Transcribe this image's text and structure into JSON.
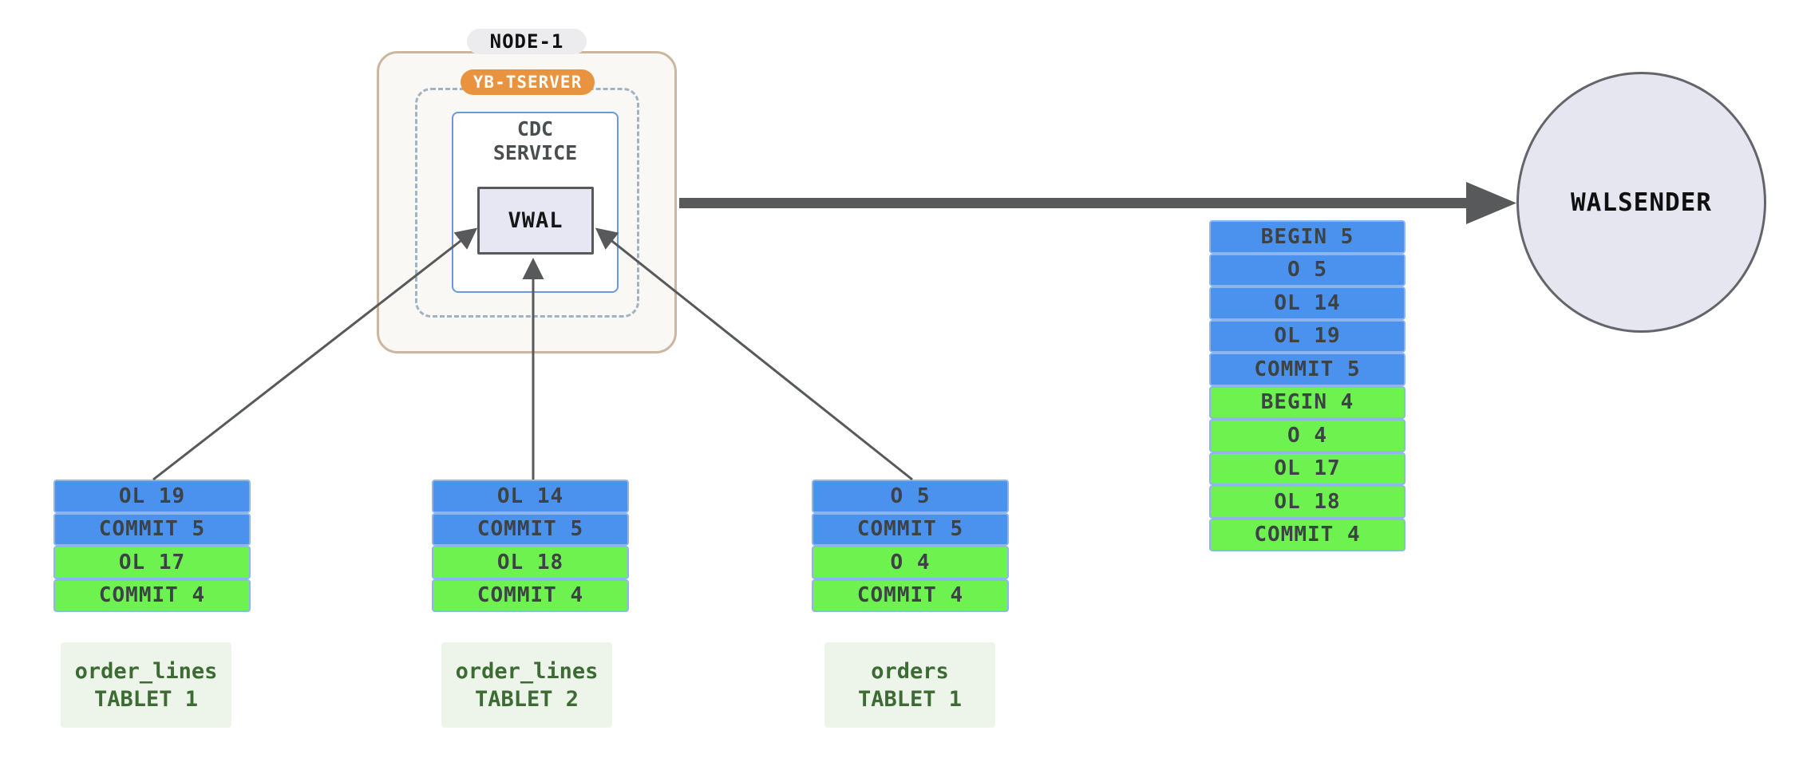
{
  "colors": {
    "canvas_bg": "#ffffff",
    "node_fill": "#faf8f5",
    "node_border": "#cdb6a0",
    "node_pill_bg": "#ececee",
    "node_pill_text": "#111111",
    "tserver_bg": "#ea933f",
    "tserver_text": "#ffffff",
    "dashed_border": "#9fb3c4",
    "cdc_border": "#6b99dd",
    "cdc_text": "#4b4e50",
    "vwal_fill": "#e7e7f3",
    "vwal_border": "#58595b",
    "vwal_text": "#161618",
    "walsender_fill": "#e6e6f1",
    "walsender_border": "#64656a",
    "walsender_text": "#0f0f10",
    "arrow": "#58595b",
    "cell_blue": "#4b91ee",
    "cell_green": "#6df24f",
    "cell_border": "#8db6ef",
    "cell_text": "#3d4245",
    "tablet_label_bg": "#edf4e9",
    "tablet_label_text": "#3c6b33"
  },
  "node": {
    "label": "NODE-1",
    "tserver": "YB-TSERVER",
    "cdc_service": {
      "line1": "CDC",
      "line2": "SERVICE"
    },
    "vwal": "VWAL"
  },
  "walsender": {
    "label": "WALSENDER"
  },
  "stream": {
    "cells": [
      {
        "text": "BEGIN 5",
        "color": "blue"
      },
      {
        "text": "O 5",
        "color": "blue"
      },
      {
        "text": "OL 14",
        "color": "blue"
      },
      {
        "text": "OL 19",
        "color": "blue"
      },
      {
        "text": "COMMIT 5",
        "color": "blue"
      },
      {
        "text": "BEGIN 4",
        "color": "green"
      },
      {
        "text": "O 4",
        "color": "green"
      },
      {
        "text": "OL 17",
        "color": "green"
      },
      {
        "text": "OL 18",
        "color": "green"
      },
      {
        "text": "COMMIT 4",
        "color": "green"
      }
    ]
  },
  "tablets": [
    {
      "label": {
        "line1": "order_lines",
        "line2": "TABLET 1"
      },
      "cells": [
        {
          "text": "OL 19",
          "color": "blue"
        },
        {
          "text": "COMMIT 5",
          "color": "blue"
        },
        {
          "text": "OL 17",
          "color": "green"
        },
        {
          "text": "COMMIT 4",
          "color": "green"
        }
      ]
    },
    {
      "label": {
        "line1": "order_lines",
        "line2": "TABLET 2"
      },
      "cells": [
        {
          "text": "OL 14",
          "color": "blue"
        },
        {
          "text": "COMMIT 5",
          "color": "blue"
        },
        {
          "text": "OL 18",
          "color": "green"
        },
        {
          "text": "COMMIT 4",
          "color": "green"
        }
      ]
    },
    {
      "label": {
        "line1": "orders",
        "line2": "TABLET 1"
      },
      "cells": [
        {
          "text": "O 5",
          "color": "blue"
        },
        {
          "text": "COMMIT 5",
          "color": "blue"
        },
        {
          "text": "O 4",
          "color": "green"
        },
        {
          "text": "COMMIT 4",
          "color": "green"
        }
      ]
    }
  ]
}
